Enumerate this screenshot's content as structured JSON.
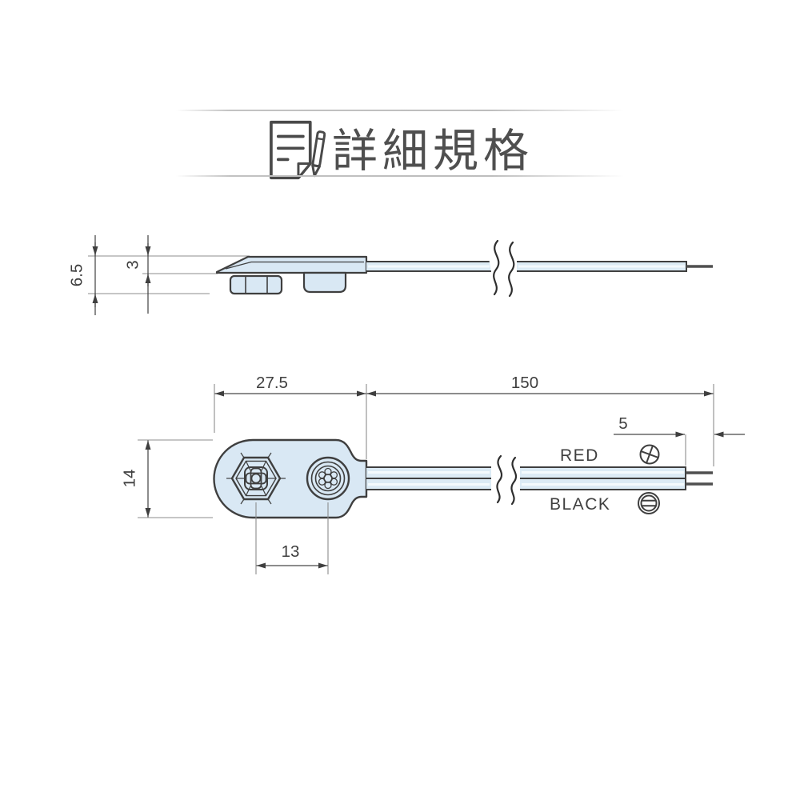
{
  "title": {
    "label": "詳細規格",
    "icon": "document-pen-icon"
  },
  "colors": {
    "body_fill": "#d9e8f4",
    "outline": "#3f3f3f",
    "dimension_text": "#3f3f3f",
    "title_text": "#4f4f4f",
    "banner_hairline": "#c2c2c2"
  },
  "side_view": {
    "description": "battery snap connector side profile with wire",
    "dims": {
      "total_height": "6.5",
      "plate_thickness": "3"
    }
  },
  "top_view": {
    "description": "9V battery snap connector top view with lead wires",
    "dims": {
      "body_width": "27.5",
      "wire_length": "150",
      "strip_length": "5",
      "body_height": "14",
      "snap_spacing": "13"
    },
    "wires": [
      {
        "label": "RED",
        "symbol": "plus-circle-icon"
      },
      {
        "label": "BLACK",
        "symbol": "slot-circle-icon"
      }
    ]
  }
}
